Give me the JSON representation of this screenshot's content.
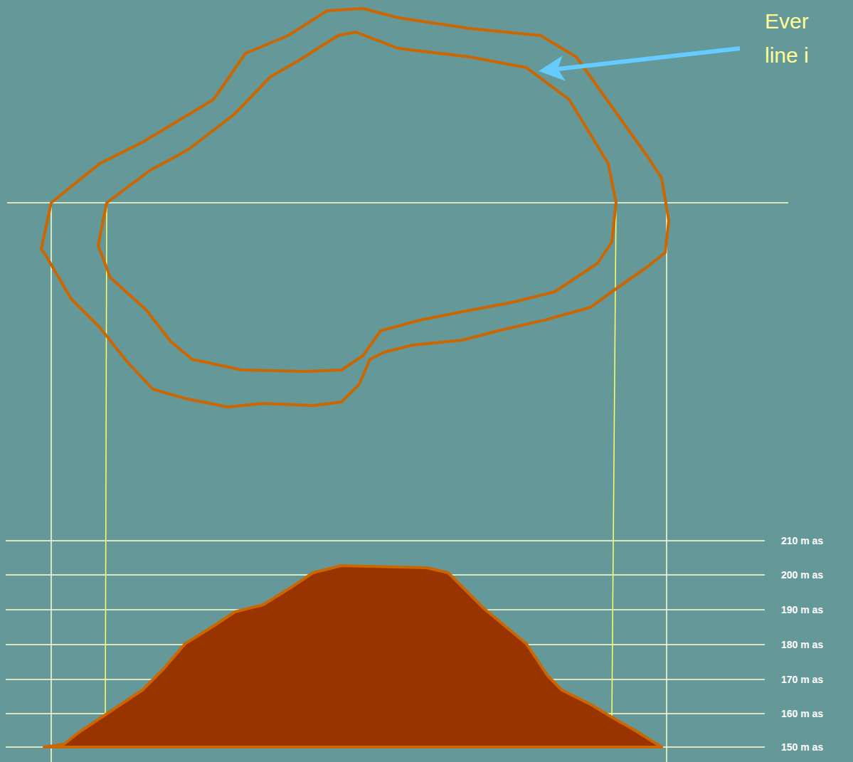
{
  "diagram": {
    "labels": [
      "Ever",
      "line i",
      "210 m as",
      "200 m as",
      "190 m as",
      "180 m as",
      "170 m as",
      "160 m as",
      "150 m as"
    ]
  }
}
